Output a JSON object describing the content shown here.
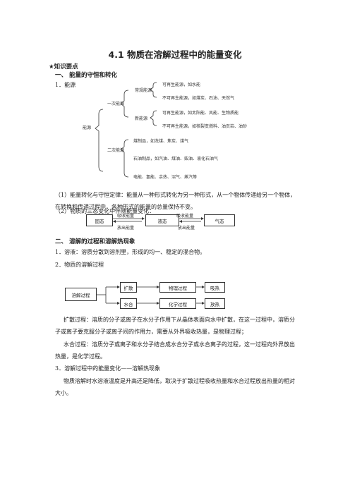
{
  "title": "4.1 物质在溶解过程中的能量变化",
  "knowledge_header": "★知识要点",
  "section1": {
    "heading": "一、 能量的守恒和转化",
    "item1": "1．能源",
    "tree": {
      "root": "能源",
      "primary": "一次能源",
      "conventional": "常规能源",
      "renewable": "可再生能源，如水能",
      "nonrenewable": "不可再生能源，如煤炭、石油、天然气",
      "new_energy": "新能源",
      "new_renewable": "可再生能源，如太阳能、风能、生物质能",
      "new_nonrenewable": "不可再生能源，如核裂变燃料、油页岩、油砂",
      "secondary": "二次能源",
      "coal_products": "煤制品，如洗煤、焦炭、煤气",
      "oil_products": "石油制品，如汽油、煤油、柴油、液化石油气",
      "others": "电能、氢能、余热、沼气、蒸汽等"
    },
    "p1": "（1）能量转化与守恒定律：能量从一种形式转化为另一种形式，从一个物体传递给另一个物体，在转换和传递过程中，各种形式的能量的总量保持不变。",
    "p2": "（2）物质的三态变化中伴随能量变化：",
    "states": {
      "solid": "固态",
      "liquid": "液态",
      "gas": "气态",
      "absorb": "吸收能量",
      "release": "放出能量"
    }
  },
  "section2": {
    "heading": "二、 溶解的过程和溶解热现象",
    "item1": "1．溶液：溶质分散到溶剂里，形成的均一、稳定的混合物。",
    "item2": "2．物质的溶解过程",
    "flow": {
      "process": "溶解过程",
      "diffusion": "扩散",
      "hydration": "水合",
      "physical": "物理过程",
      "chemical": "化学过程",
      "absorb_heat": "吸热",
      "release_heat": "放热"
    },
    "p_diffusion": "扩散过程：溶质的分子或离子在水分子作用下从晶体表面向水中扩散，在这一过程中，溶质分子或离子要克服分子或离子间的作用力，需要从外界吸收热量，是物理过程；",
    "p_hydration": "水合过程：溶质分子或离子和水分子结合成水合分子或水合离子的过程，这一过程向外界放出热量，是化学过程。",
    "item3": "3．溶解过程中的能量变化——溶解热现象",
    "p_heat": "物质溶解时水溶液温度是升高还是降低，取决于扩散过程吸收热量和水合过程放出热量的相对大小。"
  }
}
